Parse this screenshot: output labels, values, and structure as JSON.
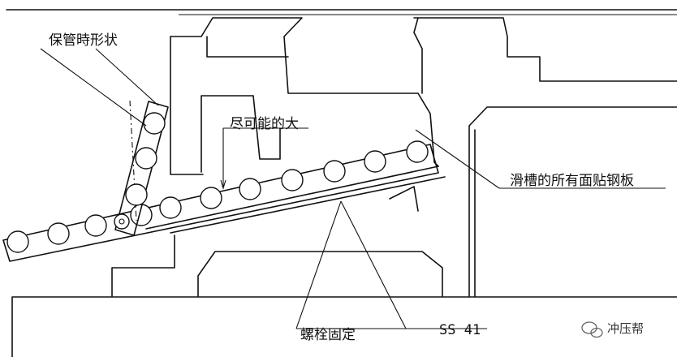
{
  "labels": {
    "storage_shape": "保管時形状",
    "as_large_as_possible": "尽可能的大",
    "chute_steel_plate": "滑槽的所有面贴钢板",
    "bolt_fixed": "螺栓固定",
    "material": "SS 41"
  },
  "watermark": {
    "text": "冲压帮",
    "icon": "wechat-icon"
  }
}
